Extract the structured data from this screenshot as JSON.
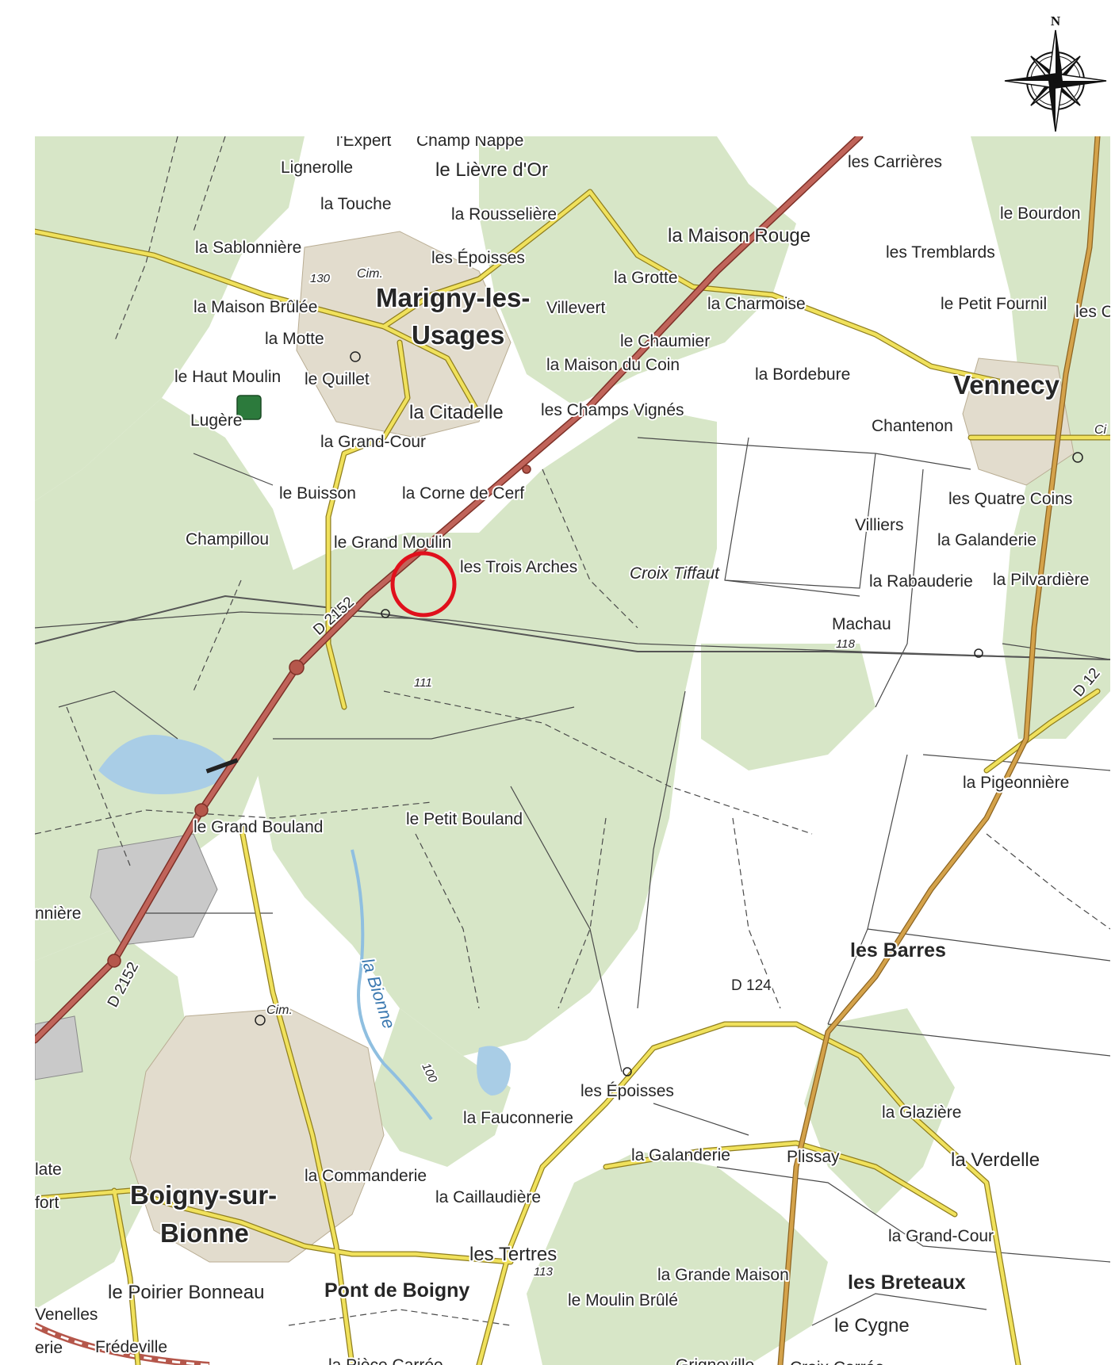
{
  "compass": {
    "north_label": "N",
    "icon": "compass-rose-icon"
  },
  "colors": {
    "forest": "#d7e6c7",
    "field": "#ffffff",
    "primary_road": "#b5574b",
    "secondary_road": "#e8d84a",
    "main_road_orange": "#c99b3c",
    "water": "#a9cde6",
    "marker": "#e0101c",
    "railway": "#555555"
  },
  "towns": {
    "marigny_1": "Marigny-les-",
    "marigny_2": "Usages",
    "vennecy": "Vennecy",
    "boigny_1": "Boigny-sur-",
    "boigny_2": "Bionne",
    "les_barres": "les Barres",
    "les_breteaux": "les Breteaux",
    "pont_de_boigny": "Pont de Boigny"
  },
  "places": {
    "l_expert": "l'Expert",
    "champ_nappe": "Champ Nappe",
    "lignerolle": "Lignerolle",
    "lievre_dor": "le Lièvre d'Or",
    "la_touche": "la Touche",
    "la_rousseliere": "la Rousselière",
    "les_carrieres": "les Carrières",
    "le_bourdon": "le Bourdon",
    "la_sablonniere": "la Sablonnière",
    "les_epoisses_n": "les Époisses",
    "la_maison_rouge": "la Maison Rouge",
    "les_tremblards": "les Tremblards",
    "la_grotte": "la Grotte",
    "la_maison_brulee": "la Maison Brûlée",
    "villevert": "Villevert",
    "la_charmoise": "la Charmoise",
    "le_petit_fournil": "le Petit Fournil",
    "les_c": "les C",
    "la_motte": "la Motte",
    "le_chaumier": "le Chaumier",
    "la_maison_du_coin": "la Maison du Coin",
    "le_haut_moulin": "le Haut Moulin",
    "le_quillet": "le Quillet",
    "la_bordebure": "la Bordebure",
    "lugere": "Lugère",
    "la_citadelle": "la Citadelle",
    "les_champs_vignes": "les Champs Vignés",
    "chantenon": "Chantenon",
    "la_grand_cour_n": "la Grand-Cour",
    "le_buisson": "le Buisson",
    "la_corne_de_cerf": "la Corne de Cerf",
    "les_quatre_coins": "les Quatre Coins",
    "champillou": "Champillou",
    "le_grand_moulin": "le Grand Moulin",
    "villiers": "Villiers",
    "la_galanderie_e": "la Galanderie",
    "les_trois_arches": "les Trois Arches",
    "croix_tiffaut": "Croix Tiffaut",
    "la_rabauderie": "la Rabauderie",
    "la_pilvardiere": "la Pilvardière",
    "machau": "Machau",
    "la_pigeonniere": "la Pigeonnière",
    "le_grand_bouland": "le Grand Bouland",
    "le_petit_bouland": "le Petit Bouland",
    "nniere": "nnière",
    "les_epoisses_s": "les Époisses",
    "la_fauconnerie": "la Fauconnerie",
    "la_glaziere": "la Glazière",
    "la_galanderie_s": "la Galanderie",
    "plissay": "Plissay",
    "la_verdelle": "la Verdelle",
    "late": "late",
    "fort": "fort",
    "la_commanderie": "la Commanderie",
    "la_caillaudiere": "la Caillaudière",
    "la_grand_cour_s": "la Grand-Cour",
    "les_tertres": "les Tertres",
    "le_poirier_bonneau": "le Poirier Bonneau",
    "la_grande_maison": "la Grande Maison",
    "le_moulin_brule": "le Moulin Brûlé",
    "venelles": "Venelles",
    "le_cygne": "le Cygne",
    "erie": "erie",
    "fredeville": "Frédeville",
    "la_piece_carree": "la Pièce Carrée",
    "grigneville": "Grigneville",
    "croix_carree": "Croix Carrée"
  },
  "misc": {
    "cim_1": "Cim.",
    "cim_2": "Cim.",
    "cim_3": "Ci",
    "river": "la Bionne"
  },
  "roads": {
    "d2152_n": "D 2152",
    "d2152_s": "D 2152",
    "d124": "D 124",
    "d12": "D 12"
  },
  "elevations": {
    "e130": "130",
    "e118": "118",
    "e111": "111",
    "e100": "100",
    "e113": "113"
  },
  "marker": {
    "label": ""
  }
}
